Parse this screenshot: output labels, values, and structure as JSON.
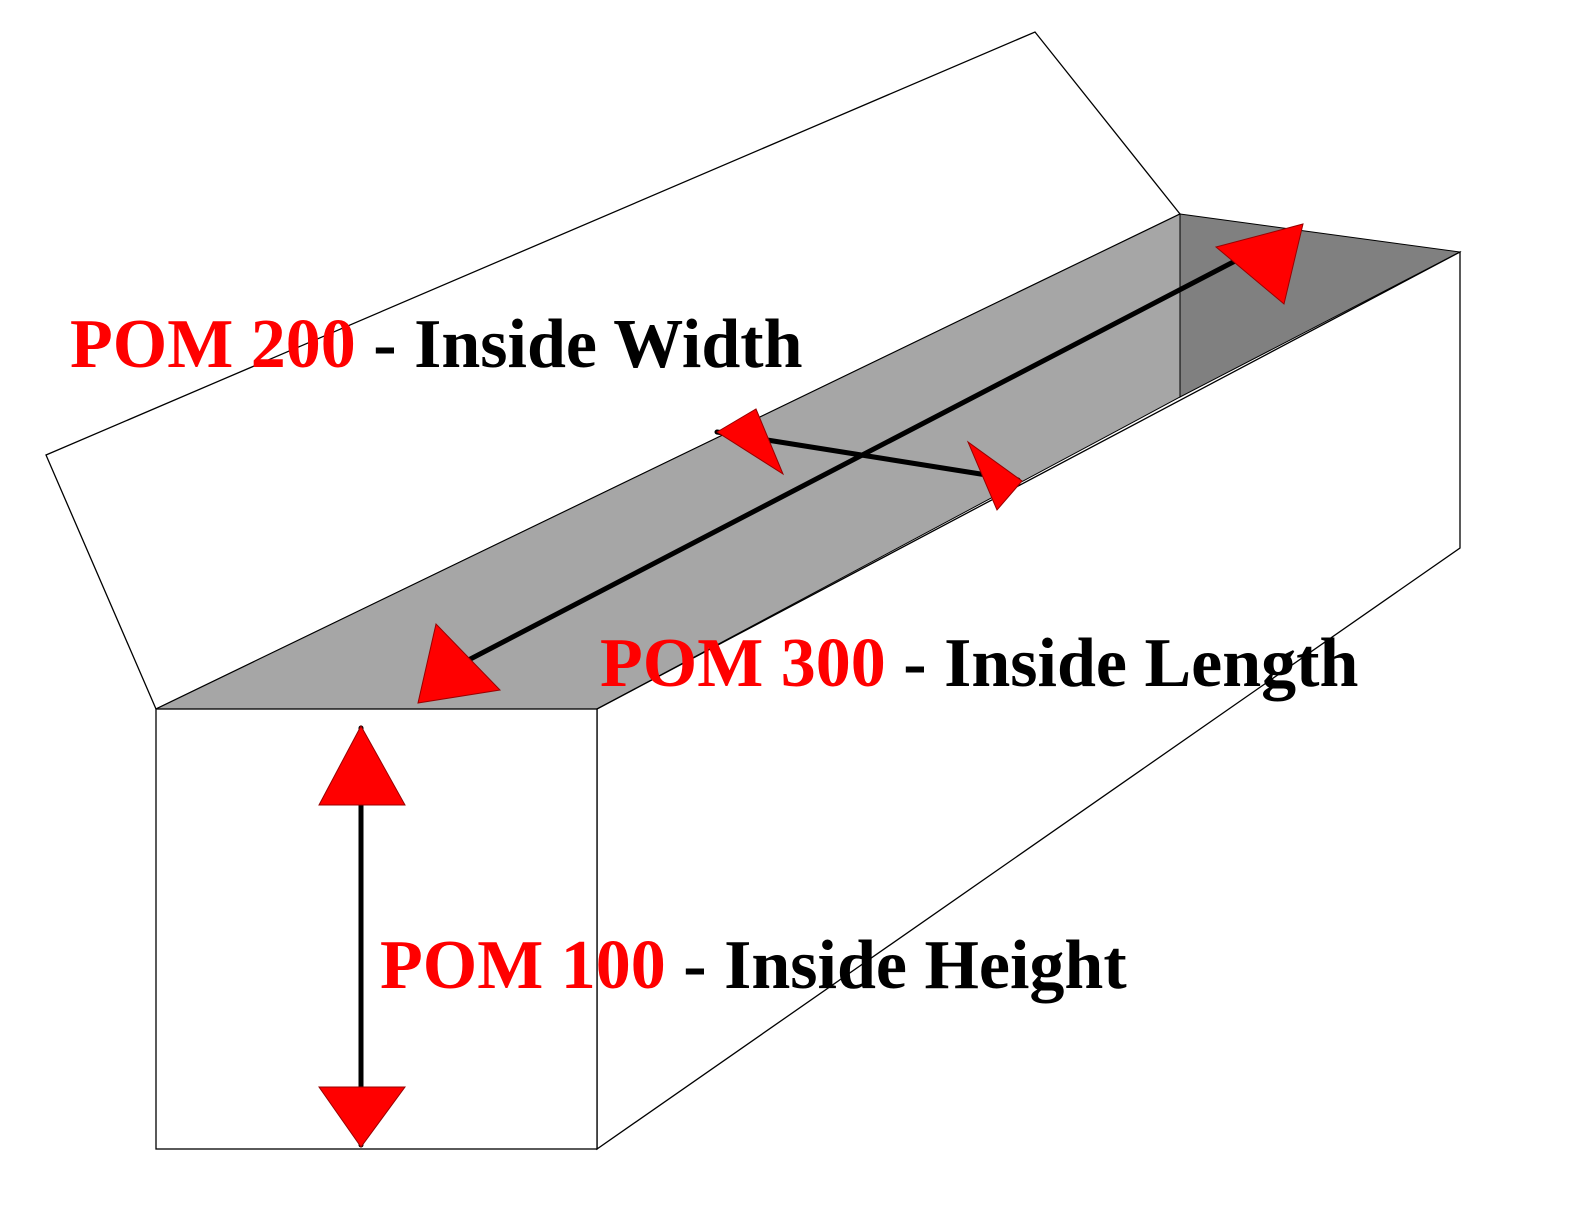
{
  "labels": {
    "height": {
      "code": "POM 100",
      "description": " - Inside Height"
    },
    "width": {
      "code": "POM 200",
      "description": " - Inside Width"
    },
    "length": {
      "code": "POM 300",
      "description": " - Inside Length"
    }
  },
  "colors": {
    "code_text": "#ff0000",
    "description_text": "#000000",
    "arrowhead": "#ff0000",
    "floor_face": "#a6a6a6",
    "end_wall_face": "#808080",
    "outline": "#000000",
    "background": "#ffffff"
  }
}
